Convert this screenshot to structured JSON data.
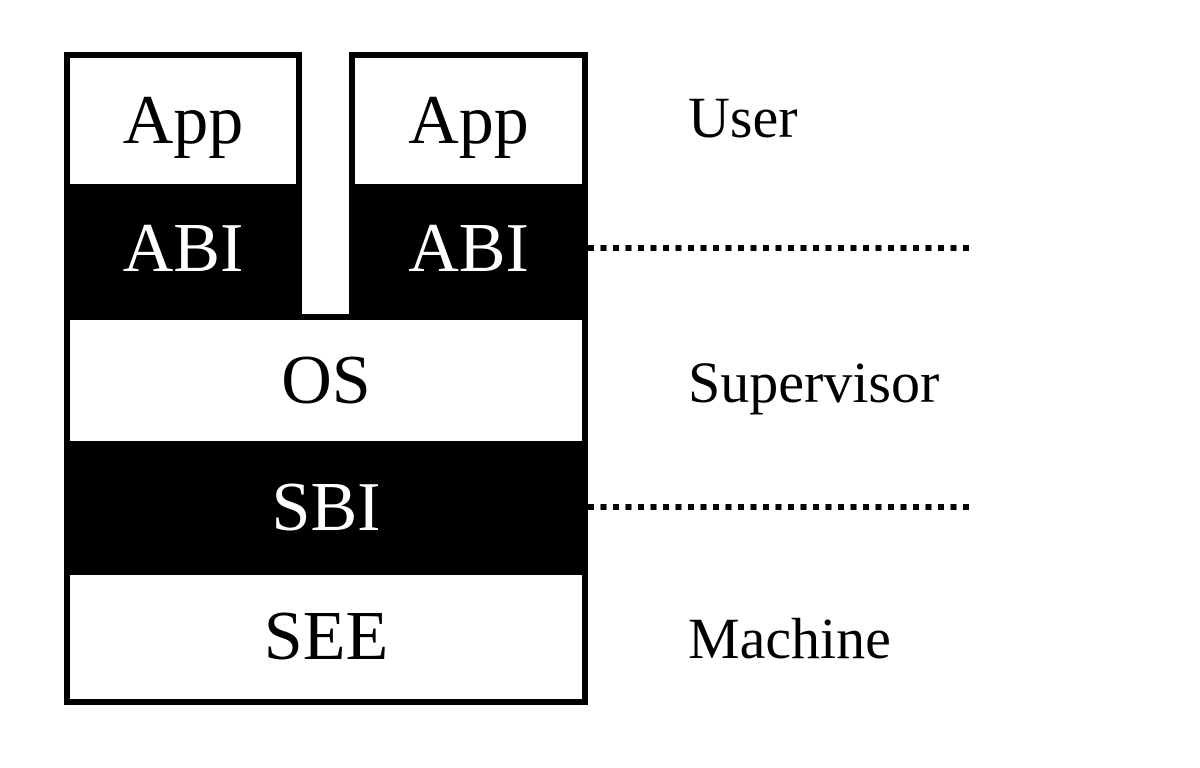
{
  "diagram": {
    "title": "system-stack-privilege-levels",
    "towers": [
      {
        "app_label": "App",
        "abi_label": "ABI"
      },
      {
        "app_label": "App",
        "abi_label": "ABI"
      }
    ],
    "stack": {
      "os_label": "OS",
      "sbi_label": "SBI",
      "see_label": "SEE"
    },
    "privilege_labels": {
      "user": "User",
      "supervisor": "Supervisor",
      "machine": "Machine"
    },
    "colors": {
      "background": "#ffffff",
      "border": "#000000",
      "interface_fill": "#000000",
      "box_fill": "#ffffff",
      "text_on_dark": "#ffffff",
      "text_on_light": "#000000"
    }
  }
}
